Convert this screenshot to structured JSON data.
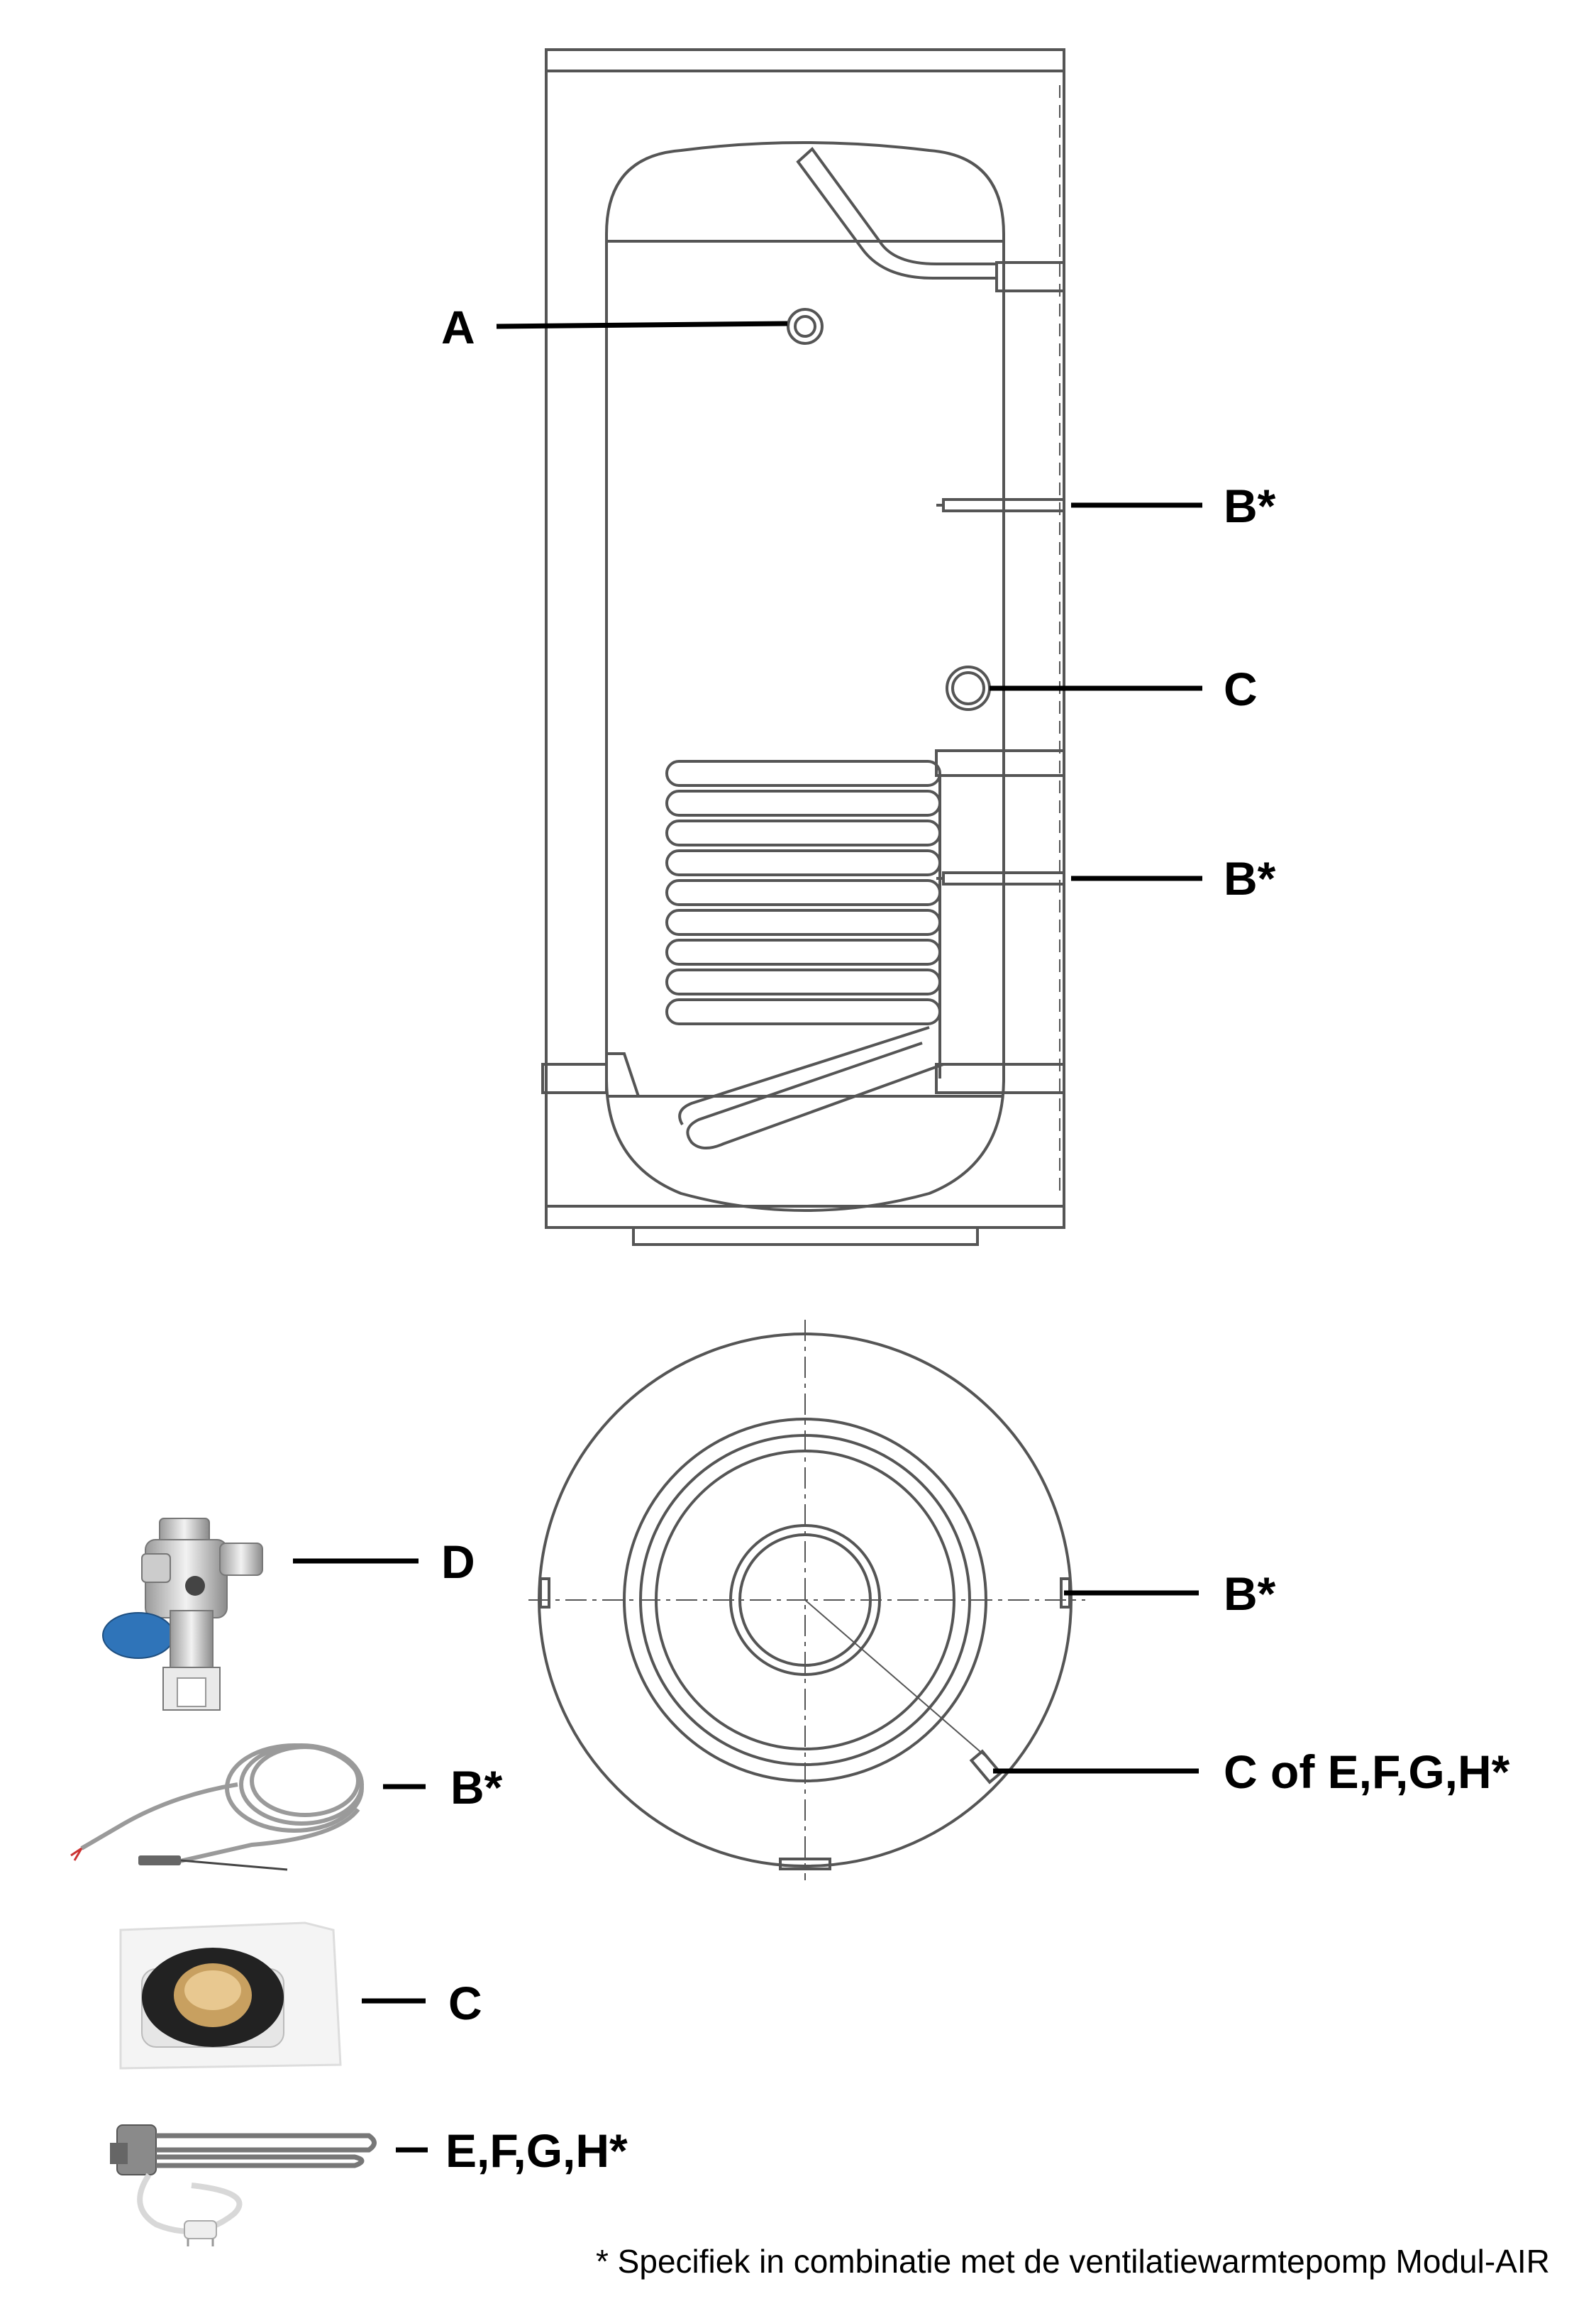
{
  "labels": {
    "a": "A",
    "b_upper": "B*",
    "c_side": "C",
    "b_lower": "B*",
    "b_top_view": "B*",
    "c_top_view": "C of E,F,G,H*",
    "d": "D",
    "b_accessory": "B*",
    "c_accessory": "C",
    "efgh_accessory": "E,F,G,H*"
  },
  "footnote": "* Specifiek in combinatie met de ventilatiewarmtepomp Modul-AIR",
  "colors": {
    "line_art": "#555555",
    "leader": "#000000",
    "valve_blue": "#2f74b9"
  },
  "icons": {
    "tank_front": "water-tank-front-view",
    "tank_top": "water-tank-top-view",
    "d": "safety-valve-icon",
    "b": "temperature-sensor-cable-icon",
    "c": "flange-cover-icon",
    "efgh": "electric-heating-element-icon"
  }
}
